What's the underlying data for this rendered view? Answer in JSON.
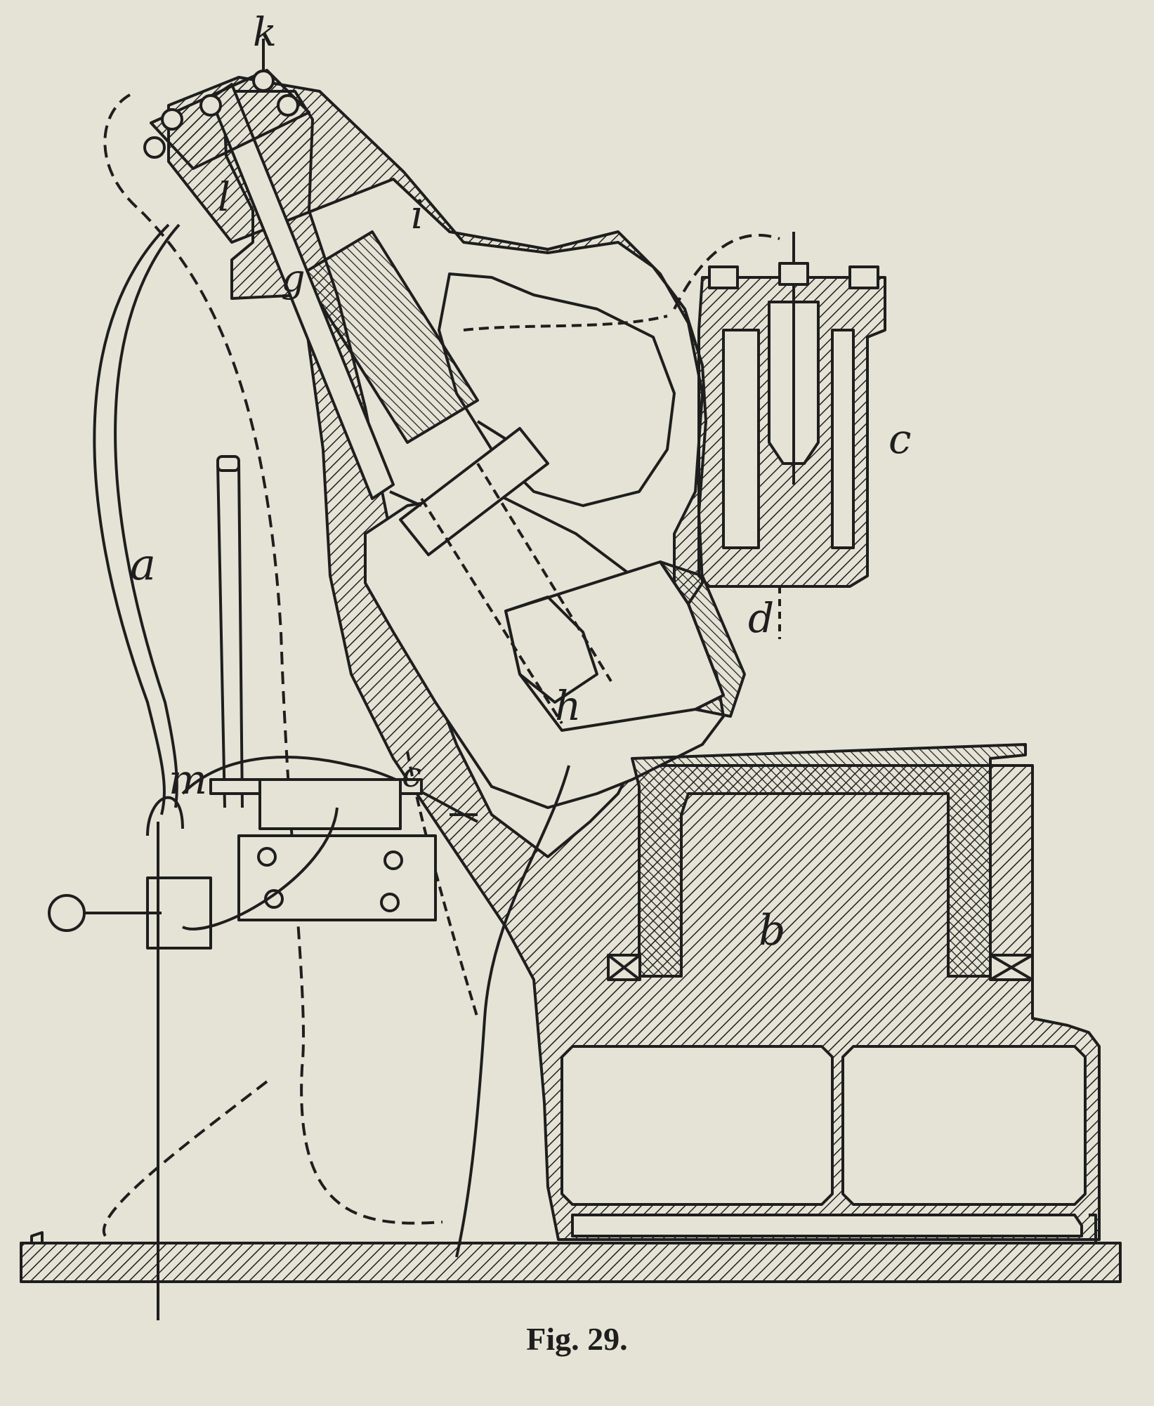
{
  "caption": "Fig. 29.",
  "labels": {
    "a": "a",
    "b": "b",
    "c": "c",
    "c2": "c",
    "d": "d",
    "g": "g",
    "h": "h",
    "i": "i",
    "k": "k",
    "l": "l",
    "m": "m"
  },
  "colors": {
    "paper": "#e4e3d5",
    "ink": "#1e1e1e"
  }
}
